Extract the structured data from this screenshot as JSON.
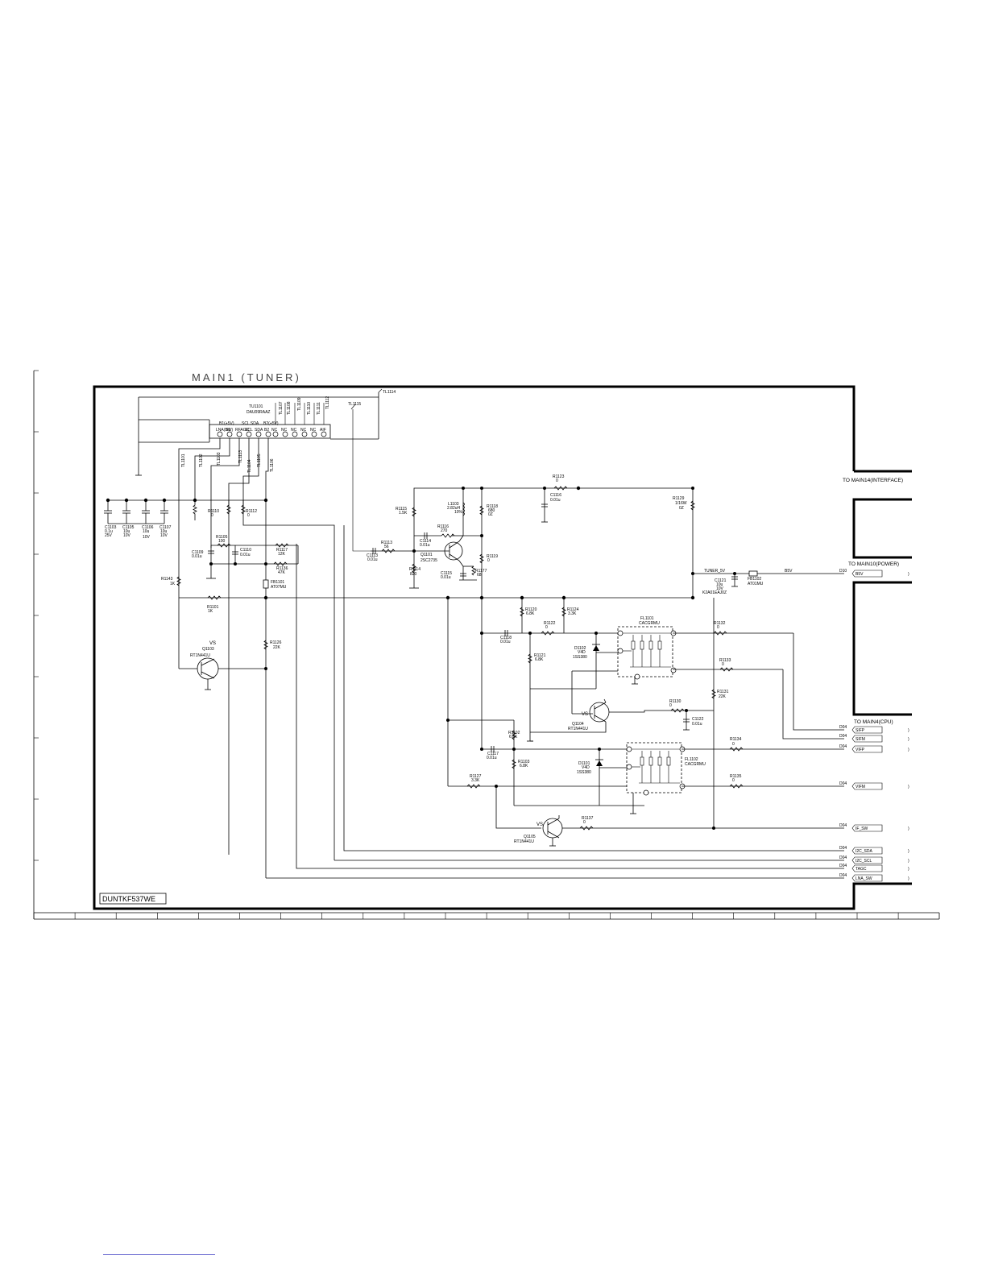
{
  "diagram": {
    "title": "MAIN1 (TUNER)",
    "model": "DUNTKF537WE",
    "tuner": {
      "ref": "TU1101",
      "part": "DAU09RAAZ",
      "pin_groups": [
        "B1(+5V)",
        "SCL SDA",
        "B2(+5V)"
      ],
      "pins": [
        "LNA(SW)",
        "B1",
        "RFAGC",
        "SCL",
        "SDA",
        "B2",
        "NC",
        "NC",
        "NC",
        "NC",
        "NC",
        "AIF"
      ]
    },
    "test_points": [
      "TL1114",
      "TL1115",
      "TL1101",
      "TL1102",
      "TL1103",
      "TL1104",
      "TL1105",
      "TL1106",
      "TL1107",
      "TL1108",
      "TL1109",
      "TL1110",
      "TL1111",
      "TL1112",
      "TL1113"
    ],
    "components": {
      "C1103": [
        "C1103",
        "0.1u",
        "25V"
      ],
      "C1105": [
        "C1105",
        "10u",
        "10V"
      ],
      "C1106": [
        "C1106",
        "10u",
        "10V"
      ],
      "C1107": [
        "C1107",
        "10u",
        "10V"
      ],
      "R1110": [
        "R1110",
        "0"
      ],
      "R1112": [
        "R1112",
        "0"
      ],
      "R1105": [
        "R1105",
        "100"
      ],
      "C1109": [
        "C1109",
        "0.01u"
      ],
      "C1110": [
        "C1110",
        "0.01u"
      ],
      "R1117": [
        "R1117",
        "12K"
      ],
      "R1136": [
        "R1136",
        "47K"
      ],
      "FB1101": [
        "FB1101",
        "AT07MU"
      ],
      "R1143": [
        "R1143",
        "1K"
      ],
      "R1101": [
        "R1101",
        "1K"
      ],
      "R1126": [
        "R1126",
        "22K"
      ],
      "Q1103": [
        "VS",
        "Q1103",
        "RT1N441U"
      ],
      "R1115": [
        "R1115",
        "1.5K"
      ],
      "L1103": [
        "L1103",
        "2.82uH",
        "10%"
      ],
      "R1118": [
        "R1118",
        "680",
        "0Z"
      ],
      "R1116": [
        "R1116",
        "270"
      ],
      "C1114": [
        "C1114",
        "0.01u"
      ],
      "R1113": [
        "R1113",
        "56"
      ],
      "C1113": [
        "C1113",
        "0.01u"
      ],
      "Q1101": [
        "Q1101",
        "2SC2735"
      ],
      "R1114": [
        "R1114",
        "820"
      ],
      "C1115": [
        "C1115",
        "0.01u"
      ],
      "R1177": [
        "R1177",
        "68"
      ],
      "R1119": [
        "R1119",
        "0"
      ],
      "R1123": [
        "R1123",
        "0"
      ],
      "C1116": [
        "C1116",
        "0.01u"
      ],
      "R1129": [
        "R1129",
        "1/16W",
        "0Z"
      ],
      "C1121": [
        "C1121",
        "10u",
        "10V"
      ],
      "C1121_part": "K2A01EAJ0Z",
      "FB1102": [
        "FB1102",
        "AT01MU"
      ],
      "R1120": [
        "R1120",
        "6.8K"
      ],
      "R1124": [
        "R1124",
        "3.3K"
      ],
      "R1122": [
        "R1122",
        "0"
      ],
      "C1118": [
        "C1118",
        "0.01u"
      ],
      "R1121": [
        "R1121",
        "6.8K"
      ],
      "D1102": [
        "D1102",
        "V4D",
        "1SS380"
      ],
      "FL1101": [
        "FL1101",
        "CACGRMU"
      ],
      "R1132": [
        "R1132",
        "0"
      ],
      "R1133": [
        "R1133",
        "0"
      ],
      "R1131": [
        "R1131",
        "22K"
      ],
      "R1130": [
        "R1130",
        "0"
      ],
      "C1122": [
        "C1122",
        "0.01u"
      ],
      "Q1104": [
        "VS",
        "Q1104",
        "RT1N441U"
      ],
      "R1102": [
        "R1102",
        "6.8K"
      ],
      "C1117": [
        "C1117",
        "0.01u"
      ],
      "R1103": [
        "R1103",
        "6.8K"
      ],
      "D1101": [
        "D1101",
        "V4D",
        "1SS380"
      ],
      "FL1102": [
        "FL1102",
        "CACGRMU"
      ],
      "R1134": [
        "R1134",
        "0"
      ],
      "R1127": [
        "R1127",
        "3.3K"
      ],
      "R1135": [
        "R1135",
        "0"
      ],
      "R1137": [
        "R1137",
        "0"
      ],
      "Q1105": [
        "VS",
        "Q1105",
        "RT1N441U"
      ]
    },
    "net_labels": {
      "tuner_5v": "TUNER_5V",
      "b5v": "B5V"
    },
    "connectors": {
      "interface": "TO MAIN14(INTERFACE)",
      "power": "TO MAIN10(POWER)",
      "cpu": "TO MAIN4(CPU)"
    },
    "port_signals": [
      {
        "ref": "D10",
        "name": "B5V"
      },
      {
        "ref": "D04",
        "name": "SIFP"
      },
      {
        "ref": "D04",
        "name": "SIFM"
      },
      {
        "ref": "D04",
        "name": "VIFP"
      },
      {
        "ref": "D04",
        "name": "VIFM"
      },
      {
        "ref": "D04",
        "name": "IF_SW"
      },
      {
        "ref": "D04",
        "name": "I2C_SDA"
      },
      {
        "ref": "D04",
        "name": "I2C_SCL"
      },
      {
        "ref": "D04",
        "name": "TAGC"
      },
      {
        "ref": "D04",
        "name": "LNA_SW"
      }
    ]
  }
}
